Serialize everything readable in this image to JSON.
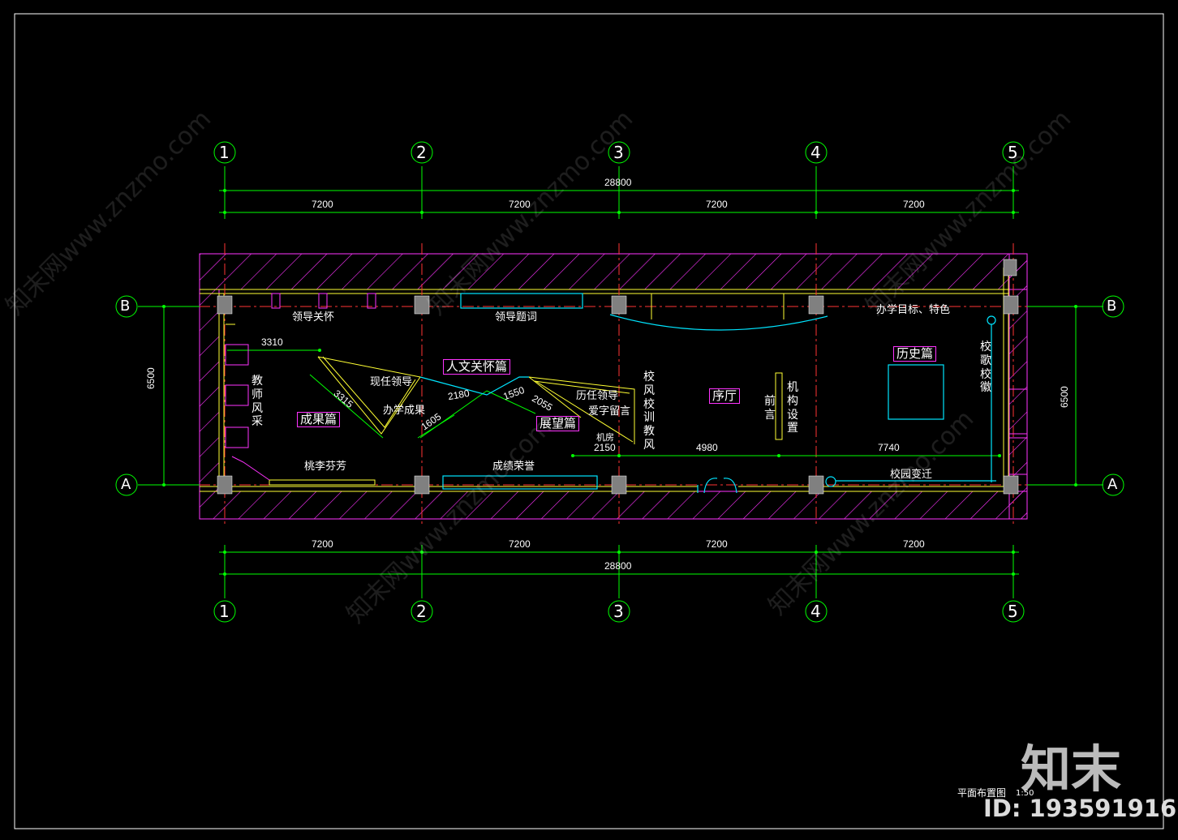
{
  "grid": {
    "columns": [
      "1",
      "2",
      "3",
      "4",
      "5"
    ],
    "rows": [
      "B",
      "A"
    ]
  },
  "dimensions": {
    "total_top": "28800",
    "bays_top": [
      "7200",
      "7200",
      "7200",
      "7200"
    ],
    "bays_bottom": [
      "7200",
      "7200",
      "7200",
      "7200"
    ],
    "total_bottom": "28800",
    "depth_left": "6500",
    "depth_right": "6500",
    "d_3310": "3310",
    "d_3315": "3315",
    "d_1605": "1605",
    "d_2180": "2180",
    "d_1550": "1550",
    "d_2055": "2055",
    "d_2150": "2150",
    "d_4980": "4980",
    "d_7740": "7740"
  },
  "labels": {
    "lingdao_guanhuai": "领导关怀",
    "lingdao_tici": "领导题词",
    "banxue_mubiao": "办学目标、特色",
    "renwen": "人文关怀篇",
    "lishi": "历史篇",
    "chengguo": "成果篇",
    "zhanwang": "展望篇",
    "xuting": "序厅",
    "xianren_lingdao": "现任领导",
    "lren_lingdao": "历任领导",
    "banxue_chengguo": "办学成果",
    "jiaoshi_fengcai": "教师风采",
    "xiaofeng": "校风校训教风",
    "qianyan": "前言",
    "jigou": "机构设置",
    "xiaoge": "校歌校徽",
    "haozi_liuyan": "爱字留言",
    "jifang": "机房",
    "taoli": "桃李芬芳",
    "chengji": "成绩荣誉",
    "xiaoyuan": "校园变迁",
    "title": "平面布置图",
    "scale": "1:50"
  },
  "watermark": {
    "text": "知末网www.znzmo.com",
    "brand": "知末",
    "id": "ID: 193591916"
  },
  "colors": {
    "background": "#000000",
    "grid_line": "#ff3333",
    "dim_line": "#00ff00",
    "wall": "#ff33ff",
    "fixture": "#ffff33",
    "screen": "#00e5ff",
    "column": "#808080"
  }
}
